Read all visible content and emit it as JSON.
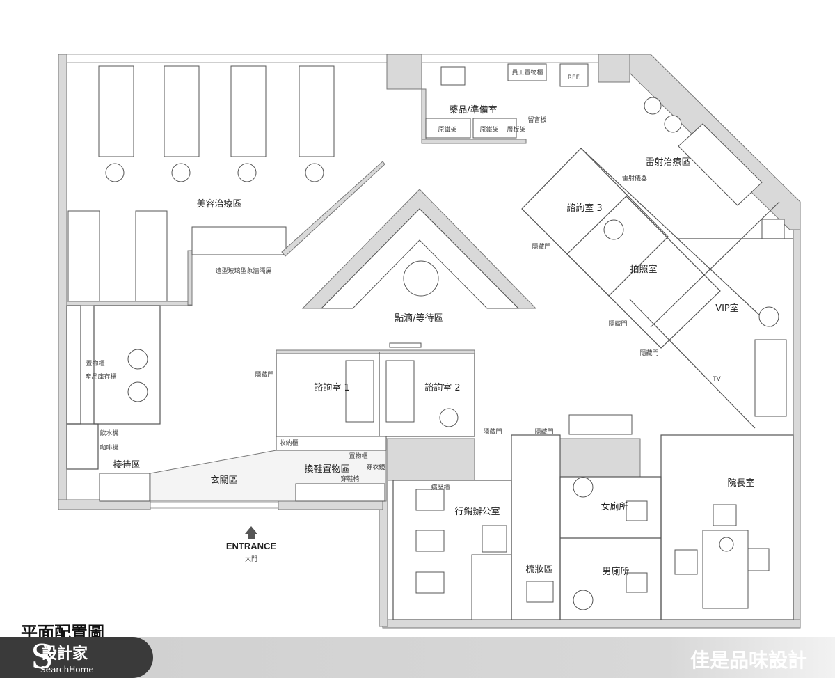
{
  "title": "平面配置圖",
  "brand": "佳是品味設計",
  "logo": {
    "line1": "設計家",
    "line2": "SearchHome"
  },
  "rooms": {
    "pharmacy": "藥品/準備室",
    "beauty": "美容治療區",
    "glass_screen": "造型玻璃型象牆隔屏",
    "laser": "雷射治療區",
    "laser_device": "雷射儀器",
    "consult3": "諮詢室 3",
    "photo": "拍照室",
    "vip": "VIP室",
    "tv": "TV",
    "waiting": "點滴/等待區",
    "consult1": "諮詢室 1",
    "consult2": "諮詢室 2",
    "storage": "置物櫃",
    "inventory": "產品庫存櫃",
    "water": "飲水機",
    "coffee": "咖啡機",
    "reception": "接待區",
    "cabinet": "收納櫃",
    "foyer": "玄關區",
    "shoe": "換鞋置物區",
    "shoe_storage": "置物櫃",
    "mirror": "穿衣鏡",
    "shoe_bench": "穿鞋椅",
    "records": "病歷櫃",
    "marketing": "行銷辦公室",
    "makeup": "梳妝區",
    "women": "女廁所",
    "men": "男廁所",
    "director": "院長室",
    "staff_locker": "員工置物櫃",
    "ref": "REF.",
    "rack1": "原鐵架",
    "rack2": "原鐵架",
    "shelf": "層板架",
    "board": "留言板",
    "hidden_door": "隱藏門"
  },
  "entrance": {
    "en": "ENTRANCE",
    "zh": "大門"
  }
}
